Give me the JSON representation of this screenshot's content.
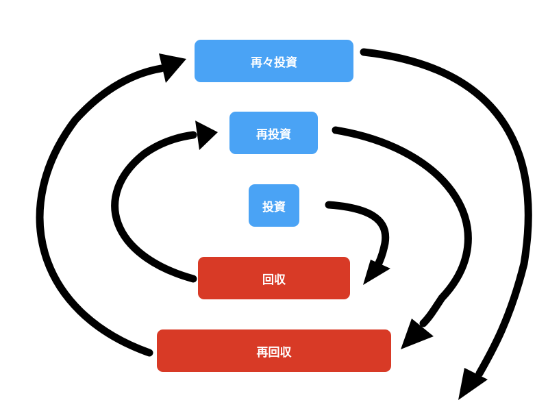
{
  "nodes": {
    "reinvest_again": {
      "label": "再々投資",
      "color": "#4aa3f5"
    },
    "reinvest": {
      "label": "再投資",
      "color": "#4aa3f5"
    },
    "invest": {
      "label": "投資",
      "color": "#4aa3f5"
    },
    "recover": {
      "label": "回収",
      "color": "#d83a26"
    },
    "rerecover": {
      "label": "再回収",
      "color": "#d83a26"
    }
  },
  "edges": [
    {
      "from": "投資",
      "to": "回収"
    },
    {
      "from": "回収",
      "to": "再投資"
    },
    {
      "from": "再投資",
      "to": "再回収"
    },
    {
      "from": "再回収",
      "to": "再々投資"
    },
    {
      "from": "再々投資",
      "to": ""
    }
  ],
  "arrow_color": "#000000"
}
